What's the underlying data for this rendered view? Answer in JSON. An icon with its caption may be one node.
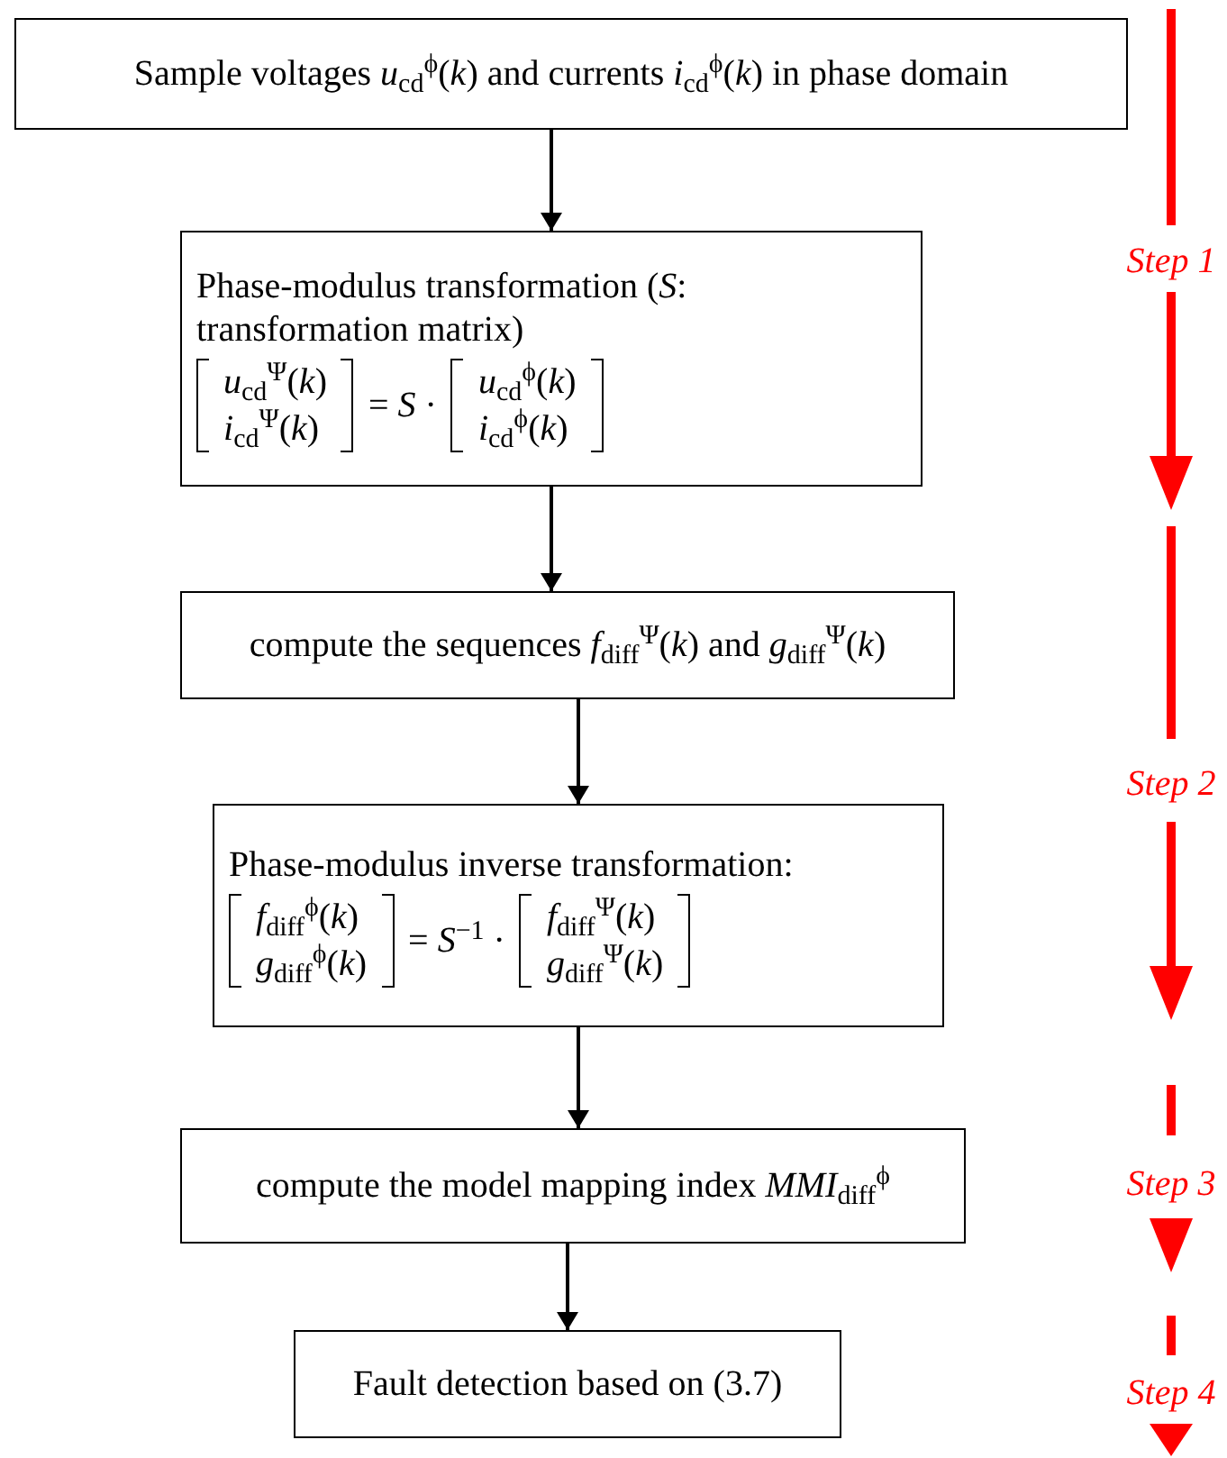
{
  "diagram": {
    "nodes": [
      {
        "text": [
          "Sample voltages *u*$_{cd}$$^{ϕ}$(*k*) and currents *i*$_{cd}$$^{ϕ}$(*k*) in phase domain"
        ]
      },
      {
        "text": [
          "Phase-modulus transformation (*S*: transformation matrix)",
          "*u*$_{cd}$$^{Ψ}$(*k*)",
          "*i*$_{cd}$$^{Ψ}$(*k*)",
          "= *S* ·",
          "*u*$_{cd}$$^{ϕ}$(*k*)",
          "*i*$_{cd}$$^{ϕ}$(*k*)"
        ]
      },
      {
        "text": [
          "compute the sequences *f*$_{diff}$$^{Ψ}$(*k*) and *g*$_{diff}$$^{Ψ}$(*k*)"
        ]
      },
      {
        "text": [
          "Phase-modulus inverse transformation:",
          "*f*$_{diff}$$^{ϕ}$(*k*)",
          "*g*$_{diff}$$^{ϕ}$(*k*)",
          "= *S*$^{−1}$ ·",
          "*f*$_{diff}$$^{Ψ}$(*k*)",
          "*g*$_{diff}$$^{Ψ}$(*k*)"
        ]
      },
      {
        "text": [
          "compute the model mapping index *MMI*$_{diff}$$^{ϕ}$"
        ]
      },
      {
        "text": [
          "Fault detection based on (3.7)"
        ]
      }
    ],
    "edges": [
      {
        "from": 0,
        "to": 1,
        "arrow": "to"
      },
      {
        "from": 1,
        "to": 2,
        "arrow": "to"
      },
      {
        "from": 2,
        "to": 3,
        "arrow": "to"
      },
      {
        "from": 3,
        "to": 4,
        "arrow": "to"
      },
      {
        "from": 4,
        "to": 5,
        "arrow": "to"
      }
    ],
    "labels": [
      "Step 1",
      "Step 2",
      "Step 3",
      "Step 4"
    ]
  }
}
